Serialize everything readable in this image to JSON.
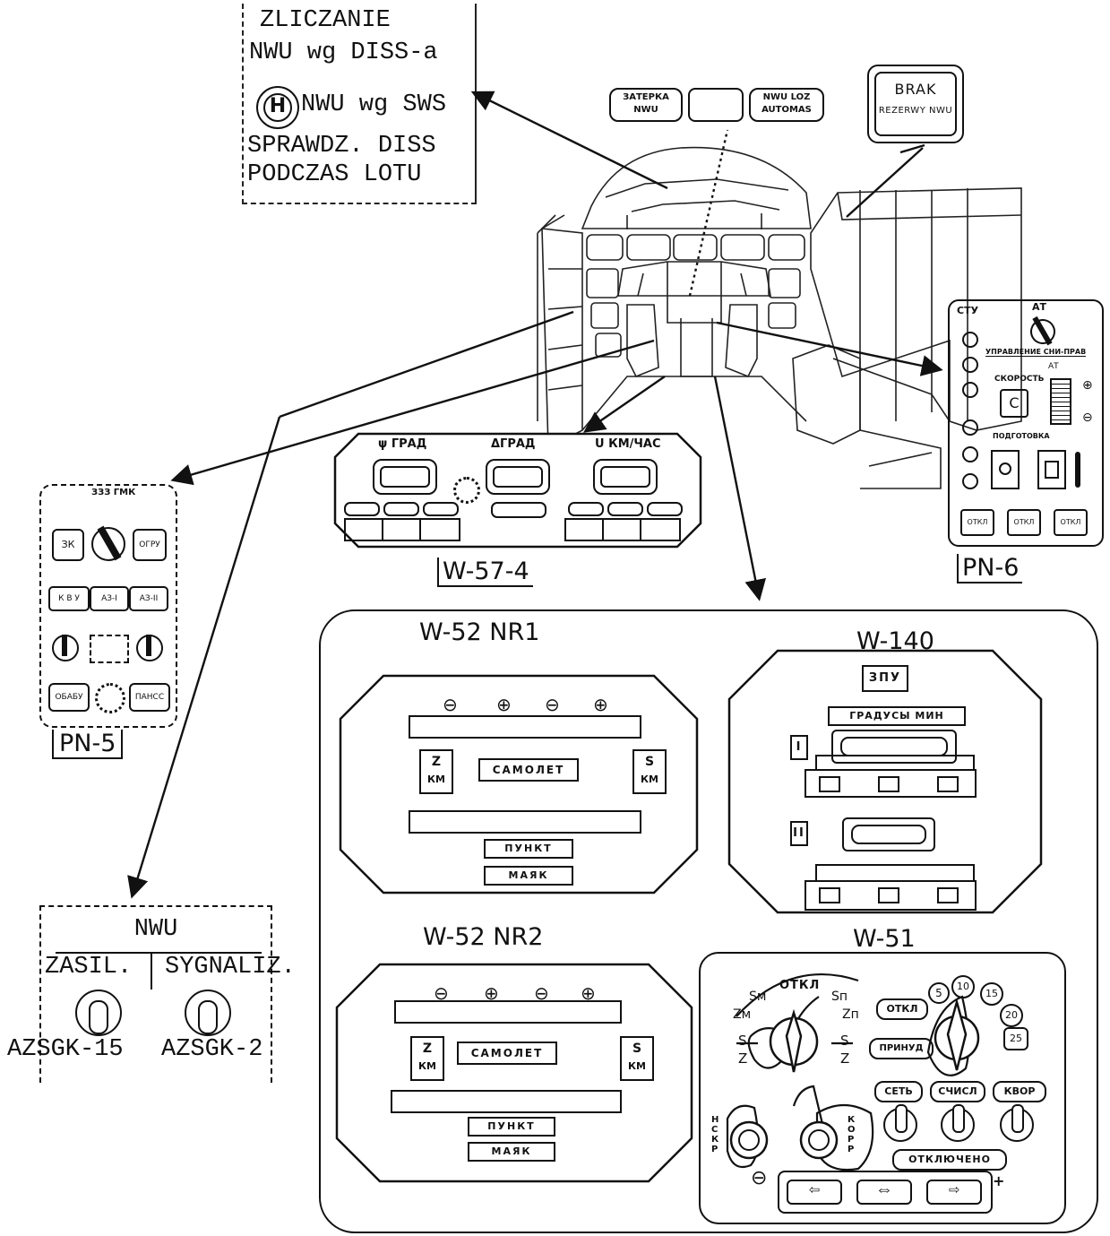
{
  "top_callout": {
    "line1": "ZLICZANIE",
    "line2": "NWU wg DISS-a",
    "line3": "NWU wg SWS",
    "switch_glyph": "H",
    "line4": "SPRAWDZ. DISS",
    "line5": "PODCZAS LOTU"
  },
  "ceiling_panel": {
    "btn_left_l1": "ЗАТЕРКА",
    "btn_left_l2": "NWU",
    "btn_right_l1": "NWU LOZ",
    "btn_right_l2": "AUTOMAS"
  },
  "brak_box": {
    "line1": "BRAK",
    "line2": "REZERWY NWU"
  },
  "w574": {
    "label": "W-57-4",
    "disp1": "ψ ГРАД",
    "disp2": "ΔГРАД",
    "disp3": "U КМ/ЧАС"
  },
  "pn6": {
    "label": "PN-6",
    "title1": "СТУ",
    "title2": "АТ",
    "line_a": "УПРАВЛЕНИЕ СНИ-ПРАВ",
    "line_b": "АТ",
    "speed": "СКОРОСТЬ",
    "speed_btn": "С",
    "prep": "ПОДГОТОВКА",
    "bottom_btn": "ОТКЛ"
  },
  "pn5": {
    "label": "PN-5",
    "top": "ЗЗЗ ГМК",
    "btn_zk": "ЗК",
    "btn_right": "ОГРУ",
    "row2": [
      "К В У",
      "АЗ-I",
      "АЗ-II"
    ],
    "btn_bl": "ОБАБУ",
    "btn_br": "ПАНСС"
  },
  "nwu_box": {
    "title": "NWU",
    "col1": "ZASIL.",
    "col2": "SYGNALIZ.",
    "sw1": "AZSGK-15",
    "sw2": "AZSGK-2"
  },
  "w52_1": {
    "title": "W-52 NR1",
    "symbols": [
      "⊖",
      "⊕",
      "⊖",
      "⊕"
    ],
    "left_l1": "Z",
    "left_l2": "КМ",
    "center": "САМОЛЕТ",
    "right_l1": "S",
    "right_l2": "КМ",
    "btn1": "ПУНКТ",
    "btn2": "МАЯК"
  },
  "w52_2": {
    "title": "W-52 NR2",
    "symbols": [
      "⊖",
      "⊕",
      "⊖",
      "⊕"
    ],
    "left_l1": "Z",
    "left_l2": "КМ",
    "center": "САМОЛЕТ",
    "right_l1": "S",
    "right_l2": "КМ",
    "btn1": "ПУНКТ",
    "btn2": "МАЯК"
  },
  "w140": {
    "title": "W-140",
    "top_btn": "ЗПУ",
    "scale": "ГРАДУСЫ   МИН",
    "row1": "I",
    "row2": "II"
  },
  "w51": {
    "title": "W-51",
    "otkl": "ОТКЛ",
    "sm": "Sм",
    "zm": "Zм",
    "sn": "Sп",
    "zn": "Zп",
    "s_l": "S",
    "z_l": "Z",
    "s_r": "S",
    "z_r": "Z",
    "btn_otkl": "ОТКЛ",
    "btn_prinud": "ПРИНУД",
    "nums": [
      "5",
      "10",
      "15",
      "20",
      "25"
    ],
    "btn_set": "СЕТЬ",
    "btn_schisl": "СЧИСЛ",
    "btn_kvor": "КВОР",
    "side_l": "НСКР",
    "side_r": "КОРР",
    "btn_otklyucheno": "ОТКЛЮЧЕНО",
    "minus": "⊖",
    "plus": "+"
  }
}
